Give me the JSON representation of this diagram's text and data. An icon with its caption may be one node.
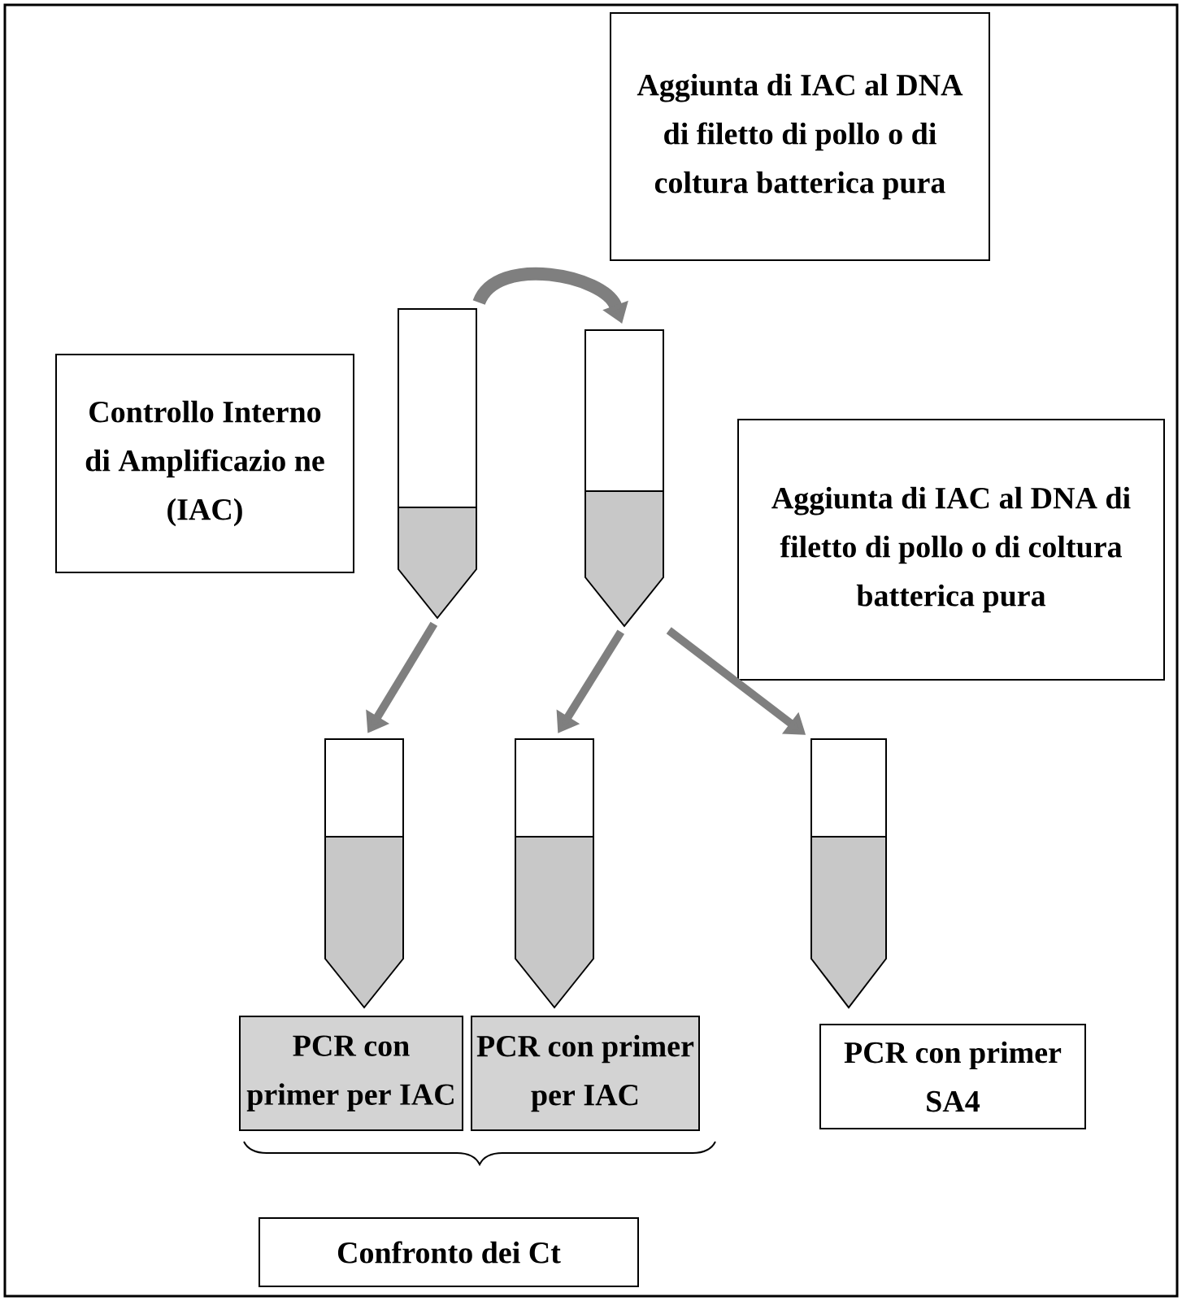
{
  "diagram": {
    "nodes": [
      {
        "text": [
          "Aggiunta di IAC al DNA di filetto di pollo o di coltura batterica pura"
        ]
      },
      {
        "text": [
          "Controllo Interno di Amplificazio ne (IAC)"
        ]
      },
      {
        "text": [],
        "shape": "tube"
      },
      {
        "text": [],
        "shape": "tube"
      },
      {
        "text": [
          "Aggiunta di IAC al DNA di filetto di pollo o di coltura batterica pura"
        ]
      },
      {
        "text": [],
        "shape": "tube"
      },
      {
        "text": [],
        "shape": "tube"
      },
      {
        "text": [],
        "shape": "tube"
      },
      {
        "text": [
          "PCR con primer per IAC"
        ]
      },
      {
        "text": [
          "PCR con primer per IAC"
        ]
      },
      {
        "text": [
          "PCR con primer SA4"
        ]
      },
      {
        "text": [
          "Confronto dei Ct"
        ]
      }
    ],
    "edges": [
      {
        "from": 2,
        "to": 3,
        "arrow": "to"
      },
      {
        "from": 2,
        "to": 5,
        "arrow": "to"
      },
      {
        "from": 3,
        "to": 6,
        "arrow": "to"
      },
      {
        "from": 3,
        "to": 7,
        "arrow": "to"
      }
    ]
  }
}
